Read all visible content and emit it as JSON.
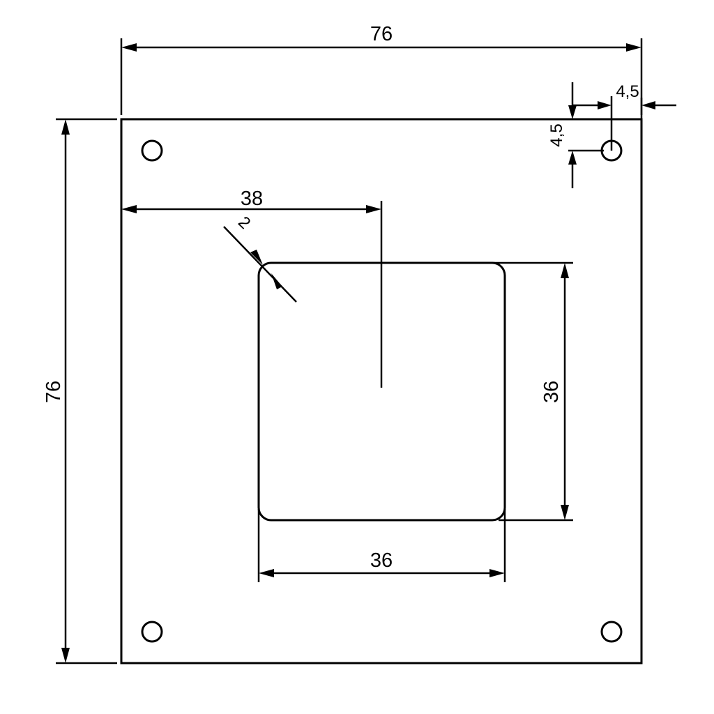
{
  "drawing": {
    "plate_width_label": "76",
    "plate_height_label": "76",
    "center_offset_label": "38",
    "cutout_height_label": "36",
    "cutout_width_label": "36",
    "corner_radius_label": "2",
    "hole_offset_x_label": "4,5",
    "hole_offset_y_label": "4,5"
  }
}
